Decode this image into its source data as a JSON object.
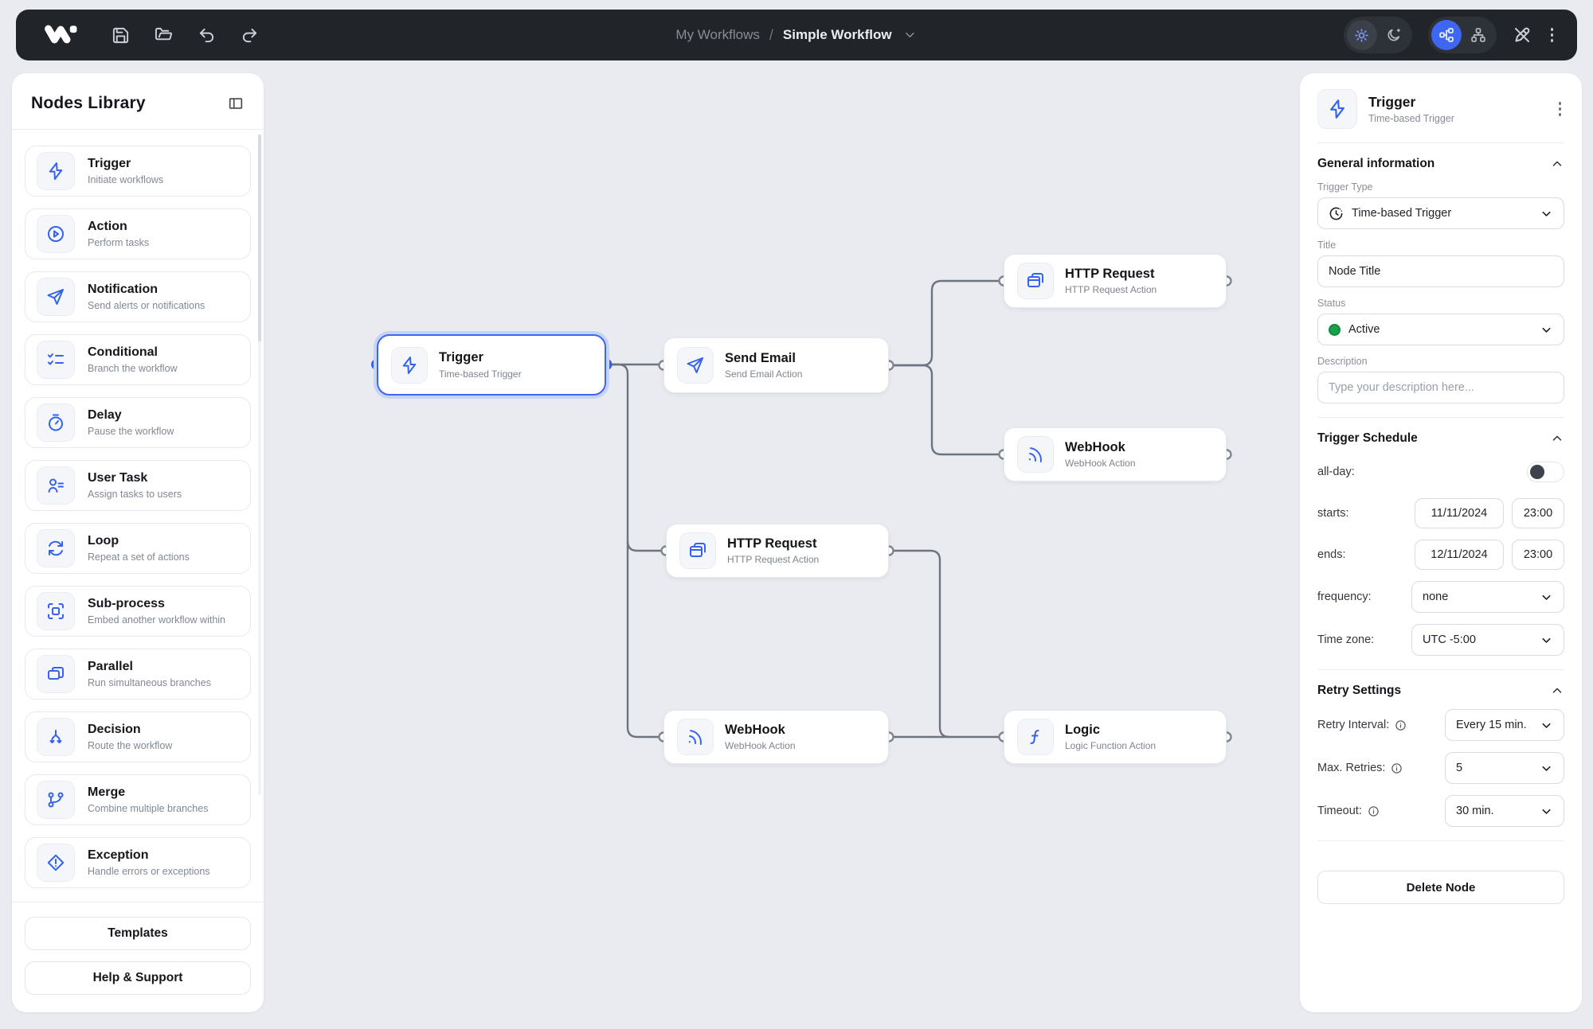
{
  "navbar": {
    "breadcrumb": {
      "parent": "My Workflows",
      "separator": "/",
      "current": "Simple Workflow"
    }
  },
  "sidebar": {
    "title": "Nodes Library",
    "items": [
      {
        "icon": "zap-icon",
        "label": "Trigger",
        "desc": "Initiate workflows"
      },
      {
        "icon": "play-circle-icon",
        "label": "Action",
        "desc": "Perform tasks"
      },
      {
        "icon": "send-icon",
        "label": "Notification",
        "desc": "Send alerts or notifications"
      },
      {
        "icon": "list-checks-icon",
        "label": "Conditional",
        "desc": "Branch the workflow"
      },
      {
        "icon": "timer-icon",
        "label": "Delay",
        "desc": "Pause the workflow"
      },
      {
        "icon": "user-list-icon",
        "label": "User Task",
        "desc": "Assign tasks to users"
      },
      {
        "icon": "loop-icon",
        "label": "Loop",
        "desc": "Repeat a set of actions"
      },
      {
        "icon": "frame-icon",
        "label": "Sub-process",
        "desc": "Embed another workflow within"
      },
      {
        "icon": "windows-icon",
        "label": "Parallel",
        "desc": "Run simultaneous branches"
      },
      {
        "icon": "split-icon",
        "label": "Decision",
        "desc": "Route the workflow"
      },
      {
        "icon": "merge-icon",
        "label": "Merge",
        "desc": "Combine multiple branches"
      },
      {
        "icon": "alert-diamond-icon",
        "label": "Exception",
        "desc": "Handle errors or exceptions"
      }
    ],
    "templates_button": "Templates",
    "help_button": "Help & Support"
  },
  "canvas": {
    "nodes": [
      {
        "title": "Trigger",
        "subtitle": "Time-based Trigger",
        "selected": true
      },
      {
        "title": "Send Email",
        "subtitle": "Send Email Action"
      },
      {
        "title": "HTTP Request",
        "subtitle": "HTTP Request Action"
      },
      {
        "title": "WebHook",
        "subtitle": "WebHook Action"
      },
      {
        "title": "HTTP Request",
        "subtitle": "HTTP Request Action"
      },
      {
        "title": "WebHook",
        "subtitle": "WebHook Action"
      },
      {
        "title": "Logic",
        "subtitle": "Logic Function Action"
      }
    ]
  },
  "panel": {
    "header": {
      "title": "Trigger",
      "subtitle": "Time-based Trigger"
    },
    "general": {
      "section_title": "General information",
      "trigger_type_label": "Trigger Type",
      "trigger_type_value": "Time-based Trigger",
      "title_label": "Title",
      "title_value": "Node Title",
      "status_label": "Status",
      "status_value": "Active",
      "description_label": "Description",
      "description_placeholder": "Type your description here..."
    },
    "schedule": {
      "section_title": "Trigger Schedule",
      "all_day_label": "all-day:",
      "starts_label": "starts:",
      "starts_date": "11/11/2024",
      "starts_time": "23:00",
      "ends_label": "ends:",
      "ends_date": "12/11/2024",
      "ends_time": "23:00",
      "frequency_label": "frequency:",
      "frequency_value": "none",
      "timezone_label": "Time zone:",
      "timezone_value": "UTC -5:00"
    },
    "retry": {
      "section_title": "Retry Settings",
      "interval_label": "Retry Interval:",
      "interval_value": "Every 15 min.",
      "max_retries_label": "Max. Retries:",
      "max_retries_value": "5",
      "timeout_label": "Timeout:",
      "timeout_value": "30 min."
    },
    "delete_button": "Delete Node"
  },
  "colors": {
    "accent_blue": "#3e66f0",
    "icon_blue": "#3563ee",
    "status_green": "#17a24b",
    "connector_gray": "#6d7480",
    "navbar_dark": "#212428",
    "canvas_bg": "#e9ebf1"
  }
}
